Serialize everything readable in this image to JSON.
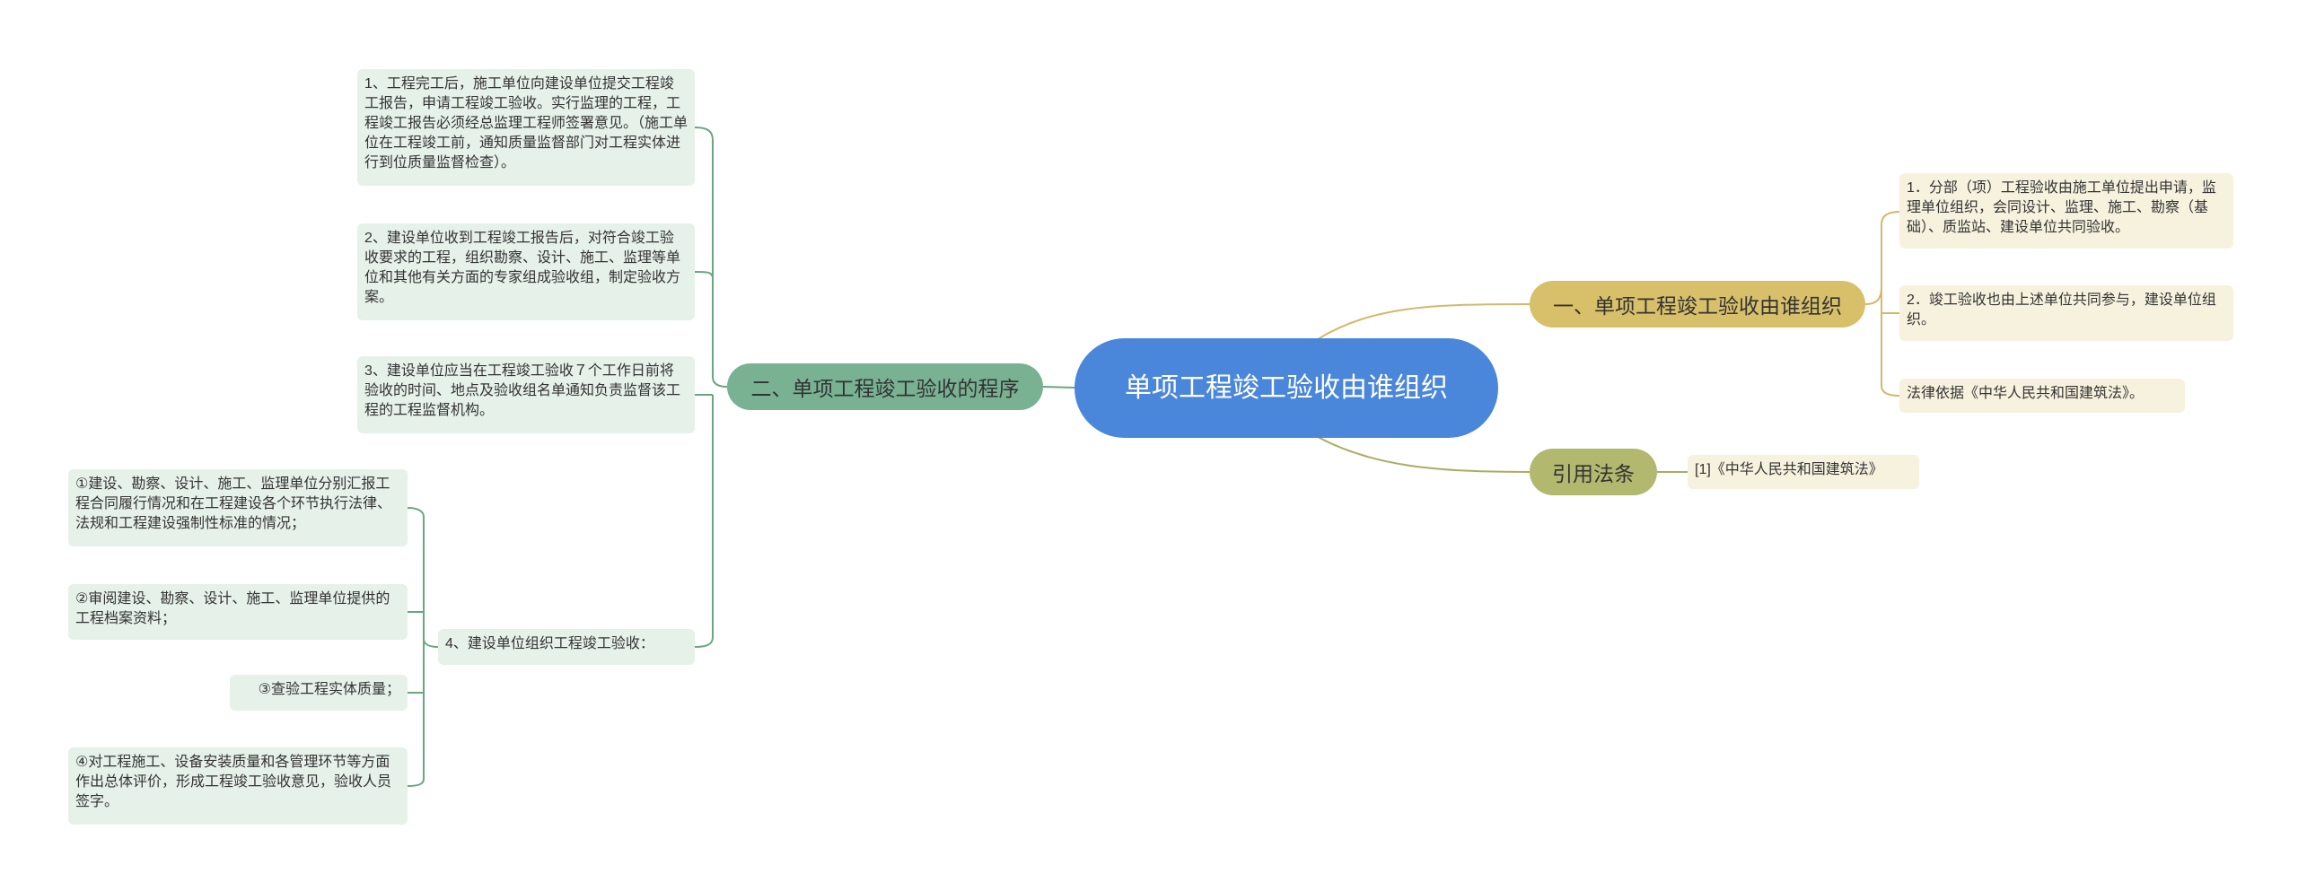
{
  "colors": {
    "root": "#4a86d9",
    "branch_right_top": "#d8bf6a",
    "branch_right_bottom": "#b2b86d",
    "branch_left": "#78b292",
    "leaf_green": "#e6f1ea",
    "leaf_yellow": "#f7f2de",
    "line_green": "#6aa781",
    "line_yellow": "#d4b96a",
    "line_olive": "#a9ad62"
  },
  "root": {
    "text": "单项工程竣工验收由谁组织"
  },
  "right_branches": [
    {
      "label": "一、单项工程竣工验收由谁组织",
      "children": [
        "1．分部（项）工程验收由施工单位提出申请，监理单位组织，会同设计、监理、施工、勘察（基础）、质监站、建设单位共同验收。",
        "2．竣工验收也由上述单位共同参与，建设单位组织。",
        "法律依据《中华人民共和国建筑法》。"
      ]
    },
    {
      "label": "引用法条",
      "children": [
        "[1]《中华人民共和国建筑法》"
      ]
    }
  ],
  "left_branch": {
    "label": "二、单项工程竣工验收的程序",
    "children": [
      "1、工程完工后，施工单位向建设单位提交工程竣工报告，申请工程竣工验收。实行监理的工程，工程竣工报告必须经总监理工程师签署意见。（施工单位在工程竣工前，通知质量监督部门对工程实体进行到位质量监督检查）。",
      "2、建设单位收到工程竣工报告后，对符合竣工验收要求的工程，组织勘察、设计、施工、监理等单位和其他有关方面的专家组成验收组，制定验收方案。",
      "3、建设单位应当在工程竣工验收７个工作日前将验收的时间、地点及验收组名单通知负责监督该工程的工程监督机构。",
      "4、建设单位组织工程竣工验收："
    ],
    "sub_children": [
      "①建设、勘察、设计、施工、监理单位分别汇报工程合同履行情况和在工程建设各个环节执行法律、法规和工程建设强制性标准的情况；",
      "②审阅建设、勘察、设计、施工、监理单位提供的工程档案资料；",
      "③查验工程实体质量；",
      "④对工程施工、设备安装质量和各管理环节等方面作出总体评价，形成工程竣工验收意见，验收人员签字。"
    ]
  }
}
